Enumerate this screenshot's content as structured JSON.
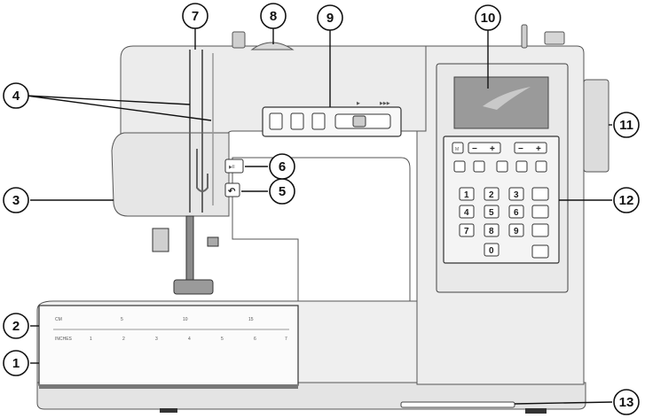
{
  "callouts": [
    {
      "id": "1",
      "label": "1"
    },
    {
      "id": "2",
      "label": "2"
    },
    {
      "id": "3",
      "label": "3"
    },
    {
      "id": "4",
      "label": "4"
    },
    {
      "id": "5",
      "label": "5"
    },
    {
      "id": "6",
      "label": "6"
    },
    {
      "id": "7",
      "label": "7"
    },
    {
      "id": "8",
      "label": "8"
    },
    {
      "id": "9",
      "label": "9"
    },
    {
      "id": "10",
      "label": "10"
    },
    {
      "id": "11",
      "label": "11"
    },
    {
      "id": "12",
      "label": "12"
    },
    {
      "id": "13",
      "label": "13"
    }
  ],
  "ruler": {
    "top_unit": "CM",
    "bottom_unit": "INCHES",
    "cm_labels": [
      "5",
      "10",
      "15"
    ],
    "inch_labels": [
      "1",
      "2",
      "3",
      "4",
      "5",
      "6",
      "7"
    ]
  },
  "keypad": {
    "digits": [
      "1",
      "2",
      "3",
      "4",
      "5",
      "6",
      "7",
      "8",
      "9",
      "0"
    ],
    "minus": "−",
    "plus": "+",
    "m_key": "M"
  },
  "panel": {
    "play_mark": "▶",
    "fast_mark": "▶▶▶",
    "start_stop": "▶II"
  }
}
